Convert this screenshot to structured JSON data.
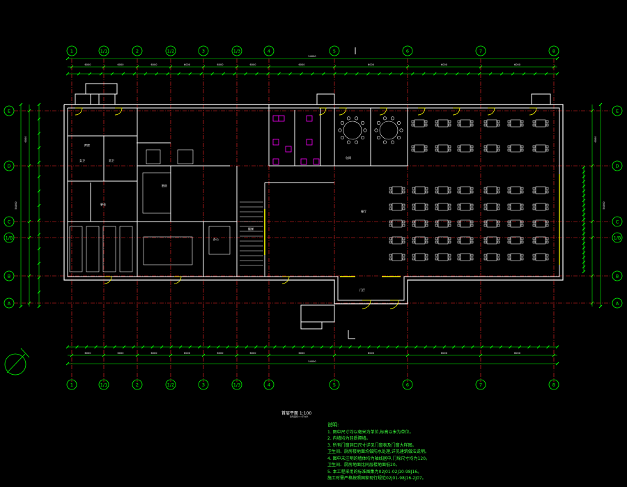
{
  "colors": {
    "background": "#000000",
    "dimension": "#00ff00",
    "wall": "#ffffff",
    "axis": "#ff2a2a",
    "fixture": "#ff00ff",
    "door": "#ffff00",
    "text": "#ffffff"
  },
  "drawing": {
    "title": "首层平面 1:100",
    "subtitle": "建筑面积xxx平方米"
  },
  "grid": {
    "columns": [
      "1",
      "1/1",
      "2",
      "1/2",
      "3",
      "1/3",
      "4",
      "5",
      "6",
      "7",
      "8"
    ],
    "rows": [
      "E",
      "D",
      "C",
      "1/B",
      "B",
      "A"
    ]
  },
  "dimensions": {
    "overall": "54000",
    "span_segment": "6000",
    "row_span": "6000"
  },
  "rooms": [
    {
      "label": "餐厅"
    },
    {
      "label": "门厅"
    },
    {
      "label": "厨房"
    },
    {
      "label": "男卫"
    },
    {
      "label": "女卫"
    },
    {
      "label": "包间"
    },
    {
      "label": "库房"
    },
    {
      "label": "更衣"
    },
    {
      "label": "办公"
    },
    {
      "label": "楼梯"
    }
  ],
  "notes": {
    "heading": "说明:",
    "lines": [
      "1. 图中尺寸均以毫米为单位,标高以米为单位。",
      "2. 内墙均为轻质隔墙。",
      "3. 所有门窗洞口尺寸详见门窗表及门窗大样图。",
      "   卫生间、厨房楼地面均做防水处理,详见建筑做法说明。",
      "4. 图中未注明的墙体均为轴线居中,门垛尺寸均为120。",
      "   卫生间、厨房地面比同层楼地面低20。",
      "5. 本工程采用的标准图集为02J01-02J10-98J16。",
      "   施工时需严格按照国家现行规范02J01-98J16-2J07。"
    ]
  }
}
